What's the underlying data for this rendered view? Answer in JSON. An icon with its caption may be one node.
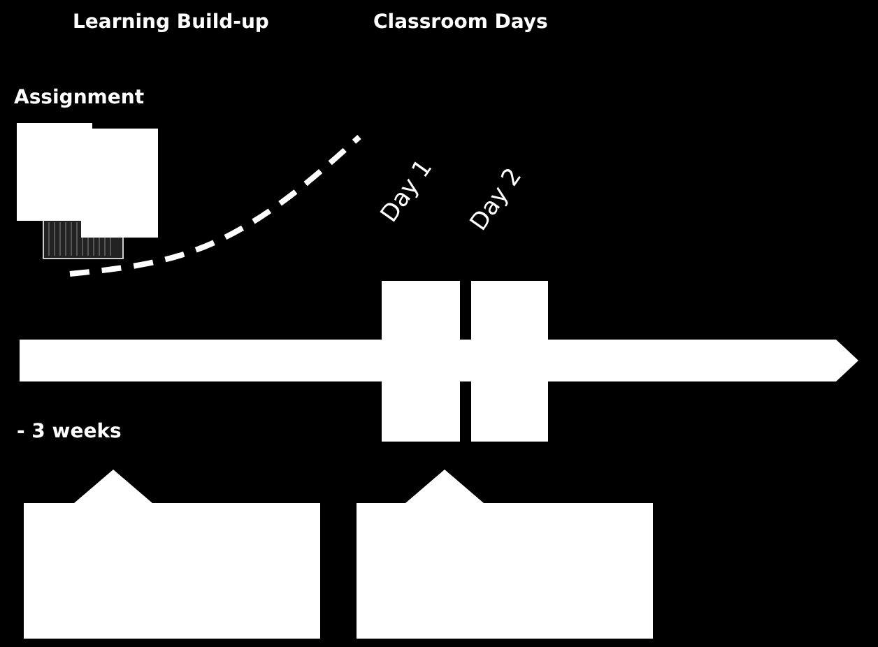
{
  "diagram": {
    "nodes": [
      {
        "text": [
          "Assignment"
        ]
      },
      {
        "text": [
          "Day 1"
        ]
      },
      {
        "text": [
          "Day 2"
        ]
      },
      {
        "text": [],
        "shape": "box"
      },
      {
        "text": [],
        "shape": "box"
      }
    ],
    "labels": [
      "Learning Build-up",
      "Classroom Days",
      "- 3 weeks"
    ]
  }
}
